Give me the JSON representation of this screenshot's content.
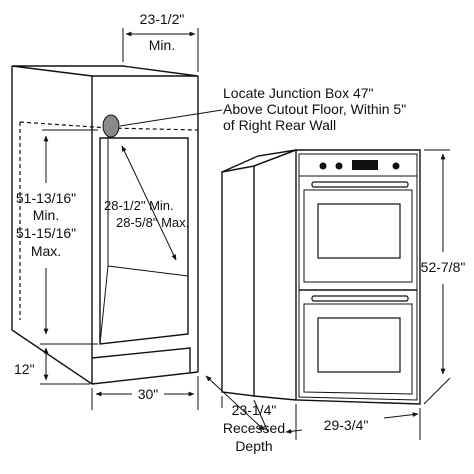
{
  "labels": {
    "top_width": "23-1/2\"",
    "top_width_sub": "Min.",
    "junction_line1": "Locate Junction Box 47\"",
    "junction_line2": "Above Cutout Floor, Within 5\"",
    "junction_line3": "of Right Rear Wall",
    "cut_height_line1": "51-13/16\"",
    "cut_height_line2": "Min.",
    "cut_height_line3": "51-15/16\"",
    "cut_height_line4": "Max.",
    "depth_line1": "28-1/2\" Min.",
    "depth_line2": "28-5/8\" Max.",
    "floor_height": "12\"",
    "cab_width": "30\"",
    "oven_height": "52-7/8\"",
    "recess_line1": "23-1/4\"",
    "recess_line2": "Recessed",
    "recess_line3": "Depth",
    "oven_width": "29-3/4\""
  },
  "colors": {
    "line": "#111111",
    "background": "#ffffff"
  }
}
